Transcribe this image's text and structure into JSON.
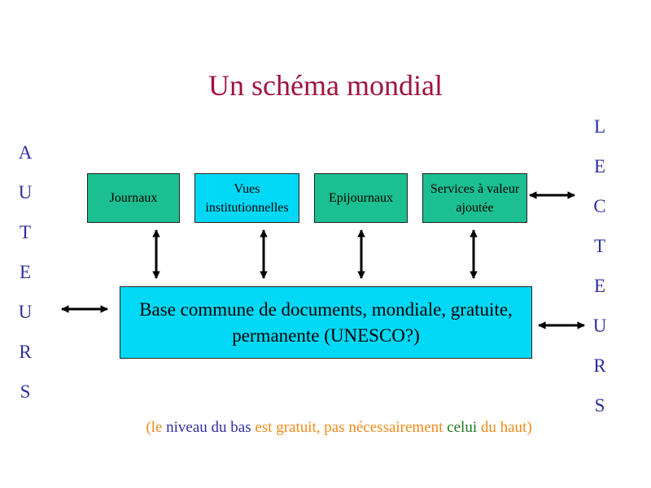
{
  "title": "Un schéma mondial",
  "authors_letters": [
    "A",
    "U",
    "T",
    "E",
    "U",
    "R",
    "S"
  ],
  "readers_letters": [
    "L",
    "E",
    "C",
    "T",
    "E",
    "U",
    "R",
    "S"
  ],
  "boxes": [
    {
      "label": "Journaux",
      "color": "#1cbf91"
    },
    {
      "label": "Vues institutionnelles",
      "color": "#00d8f5"
    },
    {
      "label": "Epijournaux",
      "color": "#1cbf91"
    },
    {
      "label": "Services à valeur ajoutée",
      "color": "#1cbf91"
    }
  ],
  "base": {
    "label": "Base commune de documents, mondiale, gratuite, permanente (UNESCO?)",
    "color": "#00d8f5"
  },
  "note": {
    "parts": [
      {
        "text": "(le ",
        "color": "#f08a1a"
      },
      {
        "text": "niveau du bas ",
        "color": "#2e2e9e"
      },
      {
        "text": "est gratuit, pas nécessairement ",
        "color": "#f08a1a"
      },
      {
        "text": "celui ",
        "color": "#1f7a1f"
      },
      {
        "text": "du haut)",
        "color": "#f08a1a"
      }
    ]
  }
}
